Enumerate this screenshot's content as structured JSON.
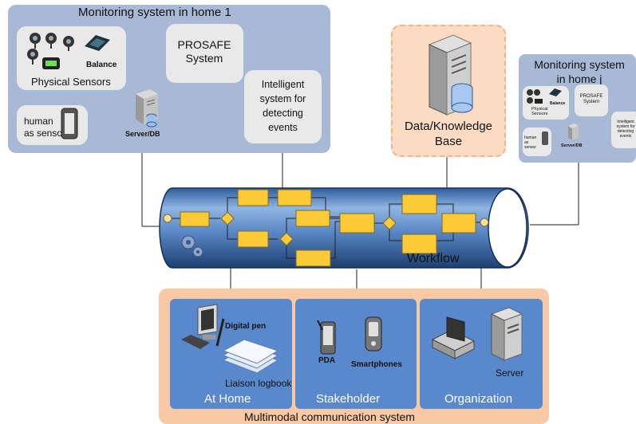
{
  "home1": {
    "title": "Monitoring system in home 1",
    "physical_sensors": "Physical Sensors",
    "balance": "Balance",
    "human_sensor": "human\nas sensor",
    "prosafe": "PROSAFE\nSystem",
    "intelligent": "Intelligent\nsystem for\ndetecting\nevents",
    "server_db": "Server/DB"
  },
  "homej": {
    "title": "Monitoring system\nin home j",
    "balance": "Balance",
    "physical": "Physical\nSensors",
    "prosafe": "PROSAFE\nSystem",
    "intelligent": "Intelligent\nsystem for\ndetecting\nevents",
    "human": "human\nas\nsensor",
    "server_db": "Server/DB"
  },
  "knowledge_base": {
    "label": "Data/Knowledge\nBase"
  },
  "workflow": {
    "label": "Workflow"
  },
  "multimodal": {
    "title": "Multimodal communication system",
    "at_home": {
      "label": "At Home",
      "digital_pen": "Digital pen",
      "logbook": "Liaison logbook"
    },
    "stakeholder": {
      "label": "Stakeholder",
      "pda": "PDA",
      "smartphones": "Smartphones"
    },
    "organization": {
      "label": "Organization",
      "server": "Server"
    }
  },
  "colors": {
    "panel_blue": "#a8b9d6",
    "panel_orange": "#f9c9a6",
    "sub_blue": "#5a88cc",
    "workflow_task": "#fcca37"
  },
  "icons": [
    "webcam-icon",
    "scale-icon",
    "sensor-device-icon",
    "tablet-icon",
    "server-tower-icon",
    "database-icon",
    "gear-icon",
    "desktop-computer-icon",
    "keyboard-icon",
    "pen-icon",
    "paper-stack-icon",
    "pda-icon",
    "smartphone-icon"
  ]
}
